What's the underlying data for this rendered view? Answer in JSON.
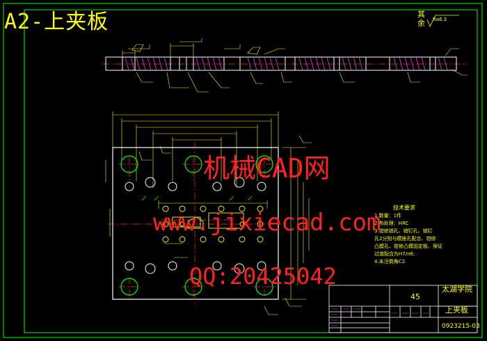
{
  "title": "A2-上夹板",
  "roughness": {
    "label_1": "其",
    "label_2": "余",
    "value": "Ra6.3"
  },
  "technical_requirements": {
    "title": "技术要求",
    "lines": [
      "1.数量：1件",
      "2.热处理：HRC",
      "3.钳修销孔、销钉孔、销钉",
      "孔2分别与模座孔配合、钳修",
      "凸模孔、钳修凸模固定板、保证",
      "过渡配合为H7/n6;",
      "4.未注倒角C2."
    ]
  },
  "watermark": {
    "site_name": "机械CAD网",
    "url": "www.jixiecad.com",
    "qq": "QQ:20425042"
  },
  "title_block": {
    "material": "45",
    "school": "太湖学院",
    "part_name": "上夹板",
    "drawing_no": "0923215-03"
  },
  "colors": {
    "frame": "#00ff00",
    "part": "#ffffff",
    "dimension": "#ffff00",
    "center_line": "#ff3030",
    "hatch": "#ff40ff",
    "watermark": "#ff2020"
  }
}
